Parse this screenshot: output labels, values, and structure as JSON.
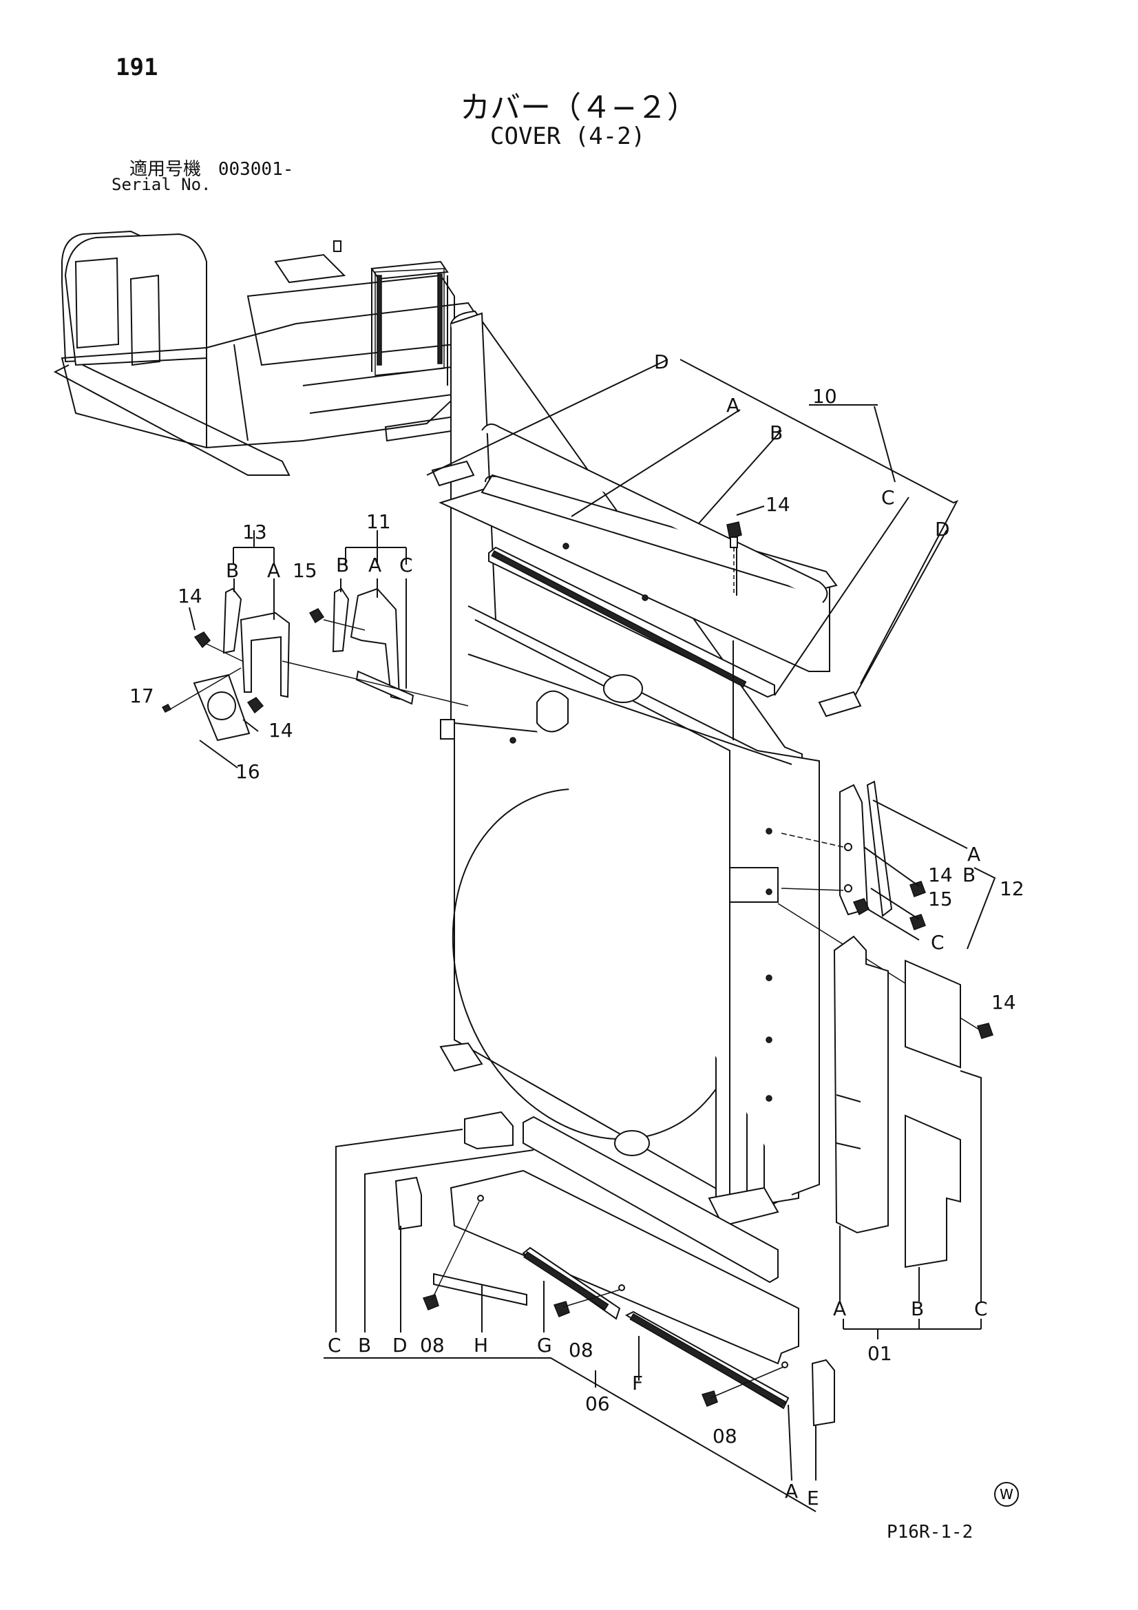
{
  "page_number": "191",
  "title_jp": "カバー（４−２）",
  "title_en": "COVER (4-2)",
  "serial_label_jp": "適用号機",
  "serial_value": "003001-",
  "serial_label_en": "Serial No.",
  "diagram_code": "P16R-1-2",
  "w_mark": "W",
  "callouts": {
    "n10": "10",
    "n10_a": "A",
    "n10_b": "B",
    "n10_c": "C",
    "n10_d1": "D",
    "n10_d2": "D",
    "n14_top": "14",
    "n13": "13",
    "n13_b": "B",
    "n13_a": "A",
    "n11": "11",
    "n11_b": "B",
    "n11_a": "A",
    "n11_c": "C",
    "n14_left": "14",
    "n15_left": "15",
    "n17": "17",
    "n14_lower": "14",
    "n16": "16",
    "n12": "12",
    "n12_a": "A",
    "n12_b": "B",
    "n12_c": "C",
    "n14_r1": "14",
    "n15_r": "15",
    "n14_r2": "14",
    "n01": "01",
    "n01_a": "A",
    "n01_b": "B",
    "n01_c": "C",
    "n06": "06",
    "n06_c": "C",
    "n06_b": "B",
    "n06_d": "D",
    "n08_1": "08",
    "n06_h": "H",
    "n06_g": "G",
    "n08_2": "08",
    "n06_f": "F",
    "n08_3": "08",
    "n06_a": "A",
    "n06_e": "E"
  }
}
